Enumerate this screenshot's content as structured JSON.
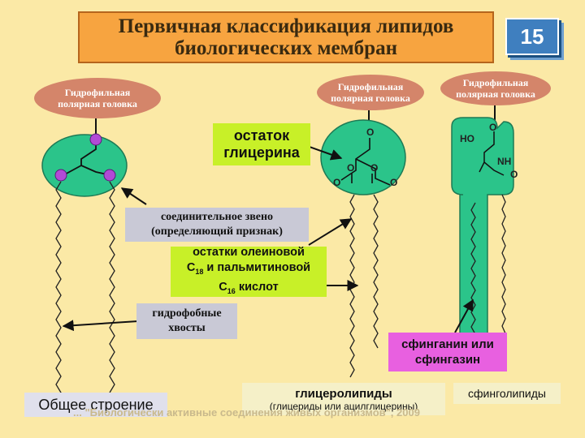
{
  "title": {
    "line1": "Первичная классификация липидов",
    "line2": "биологических мембран"
  },
  "slide_number": "15",
  "head_labels": [
    {
      "line1": "Гидрофильная",
      "line2": "полярная головка"
    },
    {
      "line1": "Гидрофильная",
      "line2": "полярная головка"
    },
    {
      "line1": "Гидрофильная",
      "line2": "полярная головка"
    }
  ],
  "glycerol_label": {
    "line1": "остаток",
    "line2": "глицерина"
  },
  "linker_label": {
    "line1": "соединительное звено",
    "line2": "(определяющий признак)"
  },
  "acids_label": {
    "line1": "остатки олеиновой",
    "line2_pre": "С",
    "line2_sub": "18",
    "line2_post": " и пальмитиновой",
    "line3_pre": "С",
    "line3_sub": "16",
    "line3_post": " кислот"
  },
  "tails_label": {
    "line1": "гидрофобные",
    "line2": "хвосты"
  },
  "sphingo_base_label": {
    "line1": "сфинганин или",
    "line2": "сфингазин"
  },
  "general_label": "Общее строение",
  "glycerolipids_label": {
    "line1": "глицеролипиды",
    "line2": "(глицериды или ацилглицерины)"
  },
  "sphingolipids_label": "сфинголипиды",
  "atoms": {
    "o_top": "O",
    "o1": "O",
    "o2": "O",
    "o3": "O",
    "o4": "O",
    "sph_o": "O",
    "ho": "HO",
    "nh": "NH",
    "sph_o2": "O"
  },
  "footer": "... \"Биологически активные соединения живых организмов\", 2009",
  "colors": {
    "background": "#fbe9a6",
    "head": "#2bc48a",
    "title": "#f7a440",
    "green_box": "#c8f028",
    "pink_box": "#e860e0",
    "gray_box": "#c9c9d6",
    "dot": "#b24ad6"
  }
}
